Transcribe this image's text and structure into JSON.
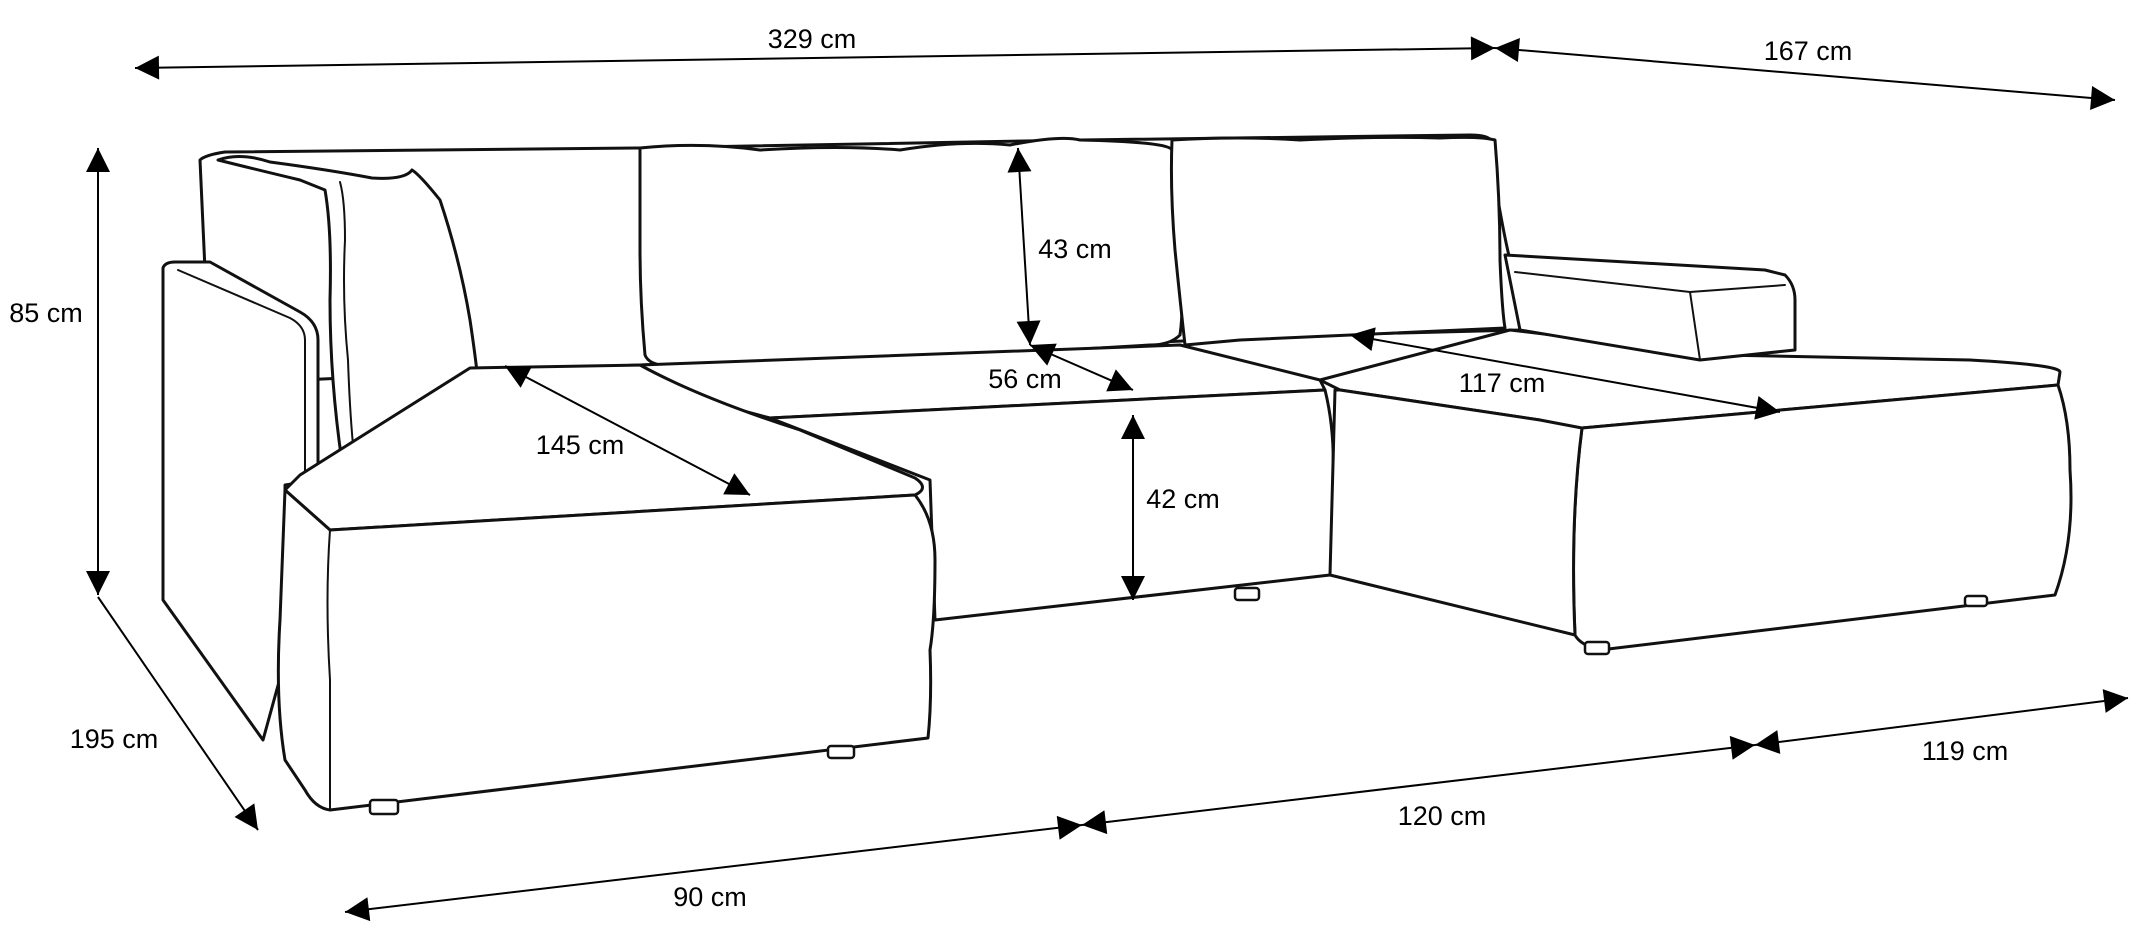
{
  "diagram": {
    "dimensions": {
      "total_width": "329 cm",
      "chaise_length": "167 cm",
      "total_height": "85 cm",
      "total_depth": "195 cm",
      "back_cushion_height": "43 cm",
      "seat_depth": "56 cm",
      "left_chaise_seat": "145 cm",
      "right_chaise_seat": "117 cm",
      "seat_height": "42 cm",
      "front_segment_left": "90 cm",
      "front_segment_middle": "120 cm",
      "front_segment_right": "119 cm"
    }
  }
}
